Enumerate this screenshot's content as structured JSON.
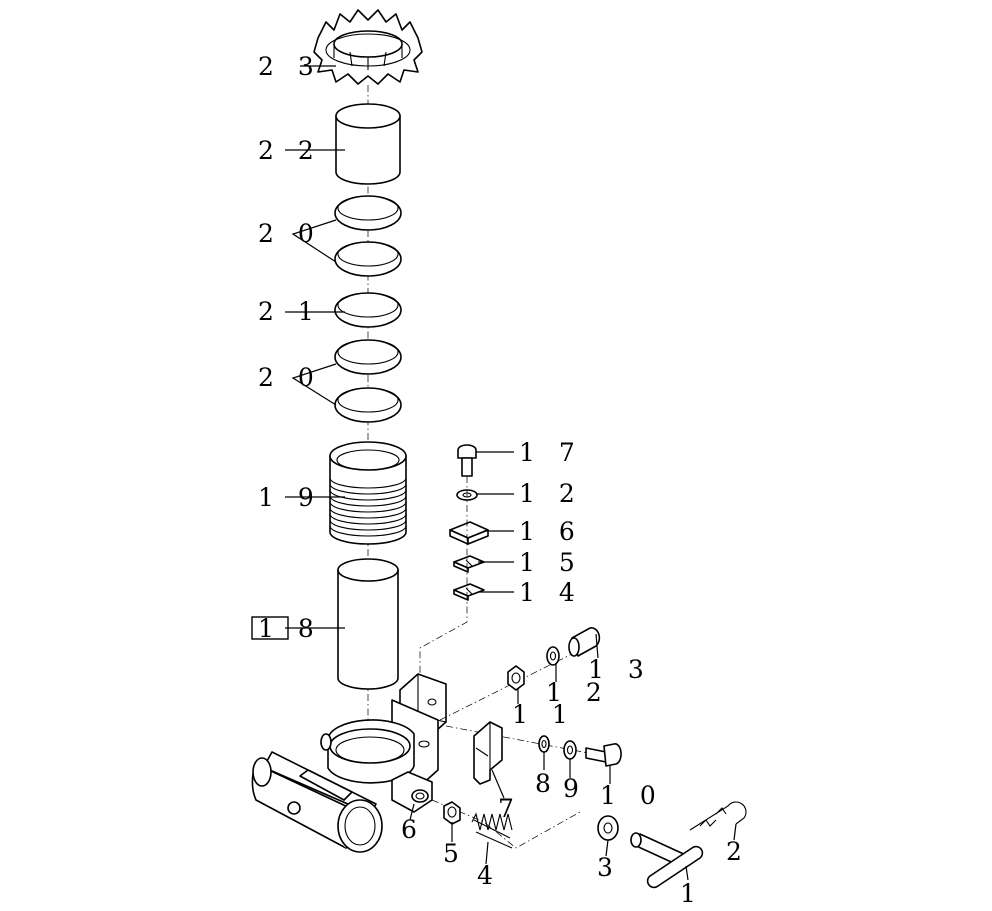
{
  "callouts": {
    "p23": "2 3",
    "p22": "2 2",
    "p20a": "2 0",
    "p21": "2 1",
    "p20b": "2 0",
    "p19": "1 9",
    "p18": "1 8",
    "p17": "1 7",
    "p12a": "1 2",
    "p16": "1 6",
    "p15": "1 5",
    "p14": "1 4",
    "p13": "1 3",
    "p12b": "1 2",
    "p11": "1 1",
    "p10": "1 0",
    "p9": "9",
    "p8": "8",
    "p7": "7",
    "p6": "6",
    "p5": "5",
    "p4": "4",
    "p3": "3",
    "p2": "2",
    "p1": "1"
  }
}
